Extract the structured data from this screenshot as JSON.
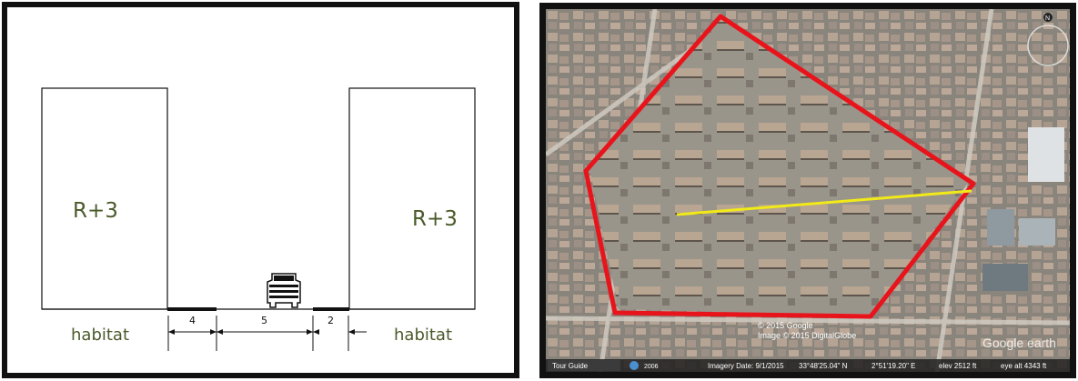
{
  "section_diagram": {
    "left_building_label": "R+3",
    "right_building_label": "R+3",
    "left_ground_label": "habitat",
    "right_ground_label": "habitat",
    "dim_left": "4",
    "dim_center": "5",
    "dim_right": "2"
  },
  "satellite_map": {
    "tour_guide_label": "Tour Guide",
    "year_label": "2006",
    "imagery_date": "Imagery Date: 9/1/2015",
    "latitude": "33°48'25.04\" N",
    "longitude": "2°51'19.20\" E",
    "elevation": "elev 2512 ft",
    "eye_alt": "eye alt 4343 ft",
    "copyright_1": "© 2015 Google",
    "copyright_2": "Image © 2015 DigitalGlobe",
    "provider_logo": "Google earth",
    "compass_label": "N",
    "boundary_color": "#e8141c",
    "section_line_color": "#f2ea18"
  }
}
